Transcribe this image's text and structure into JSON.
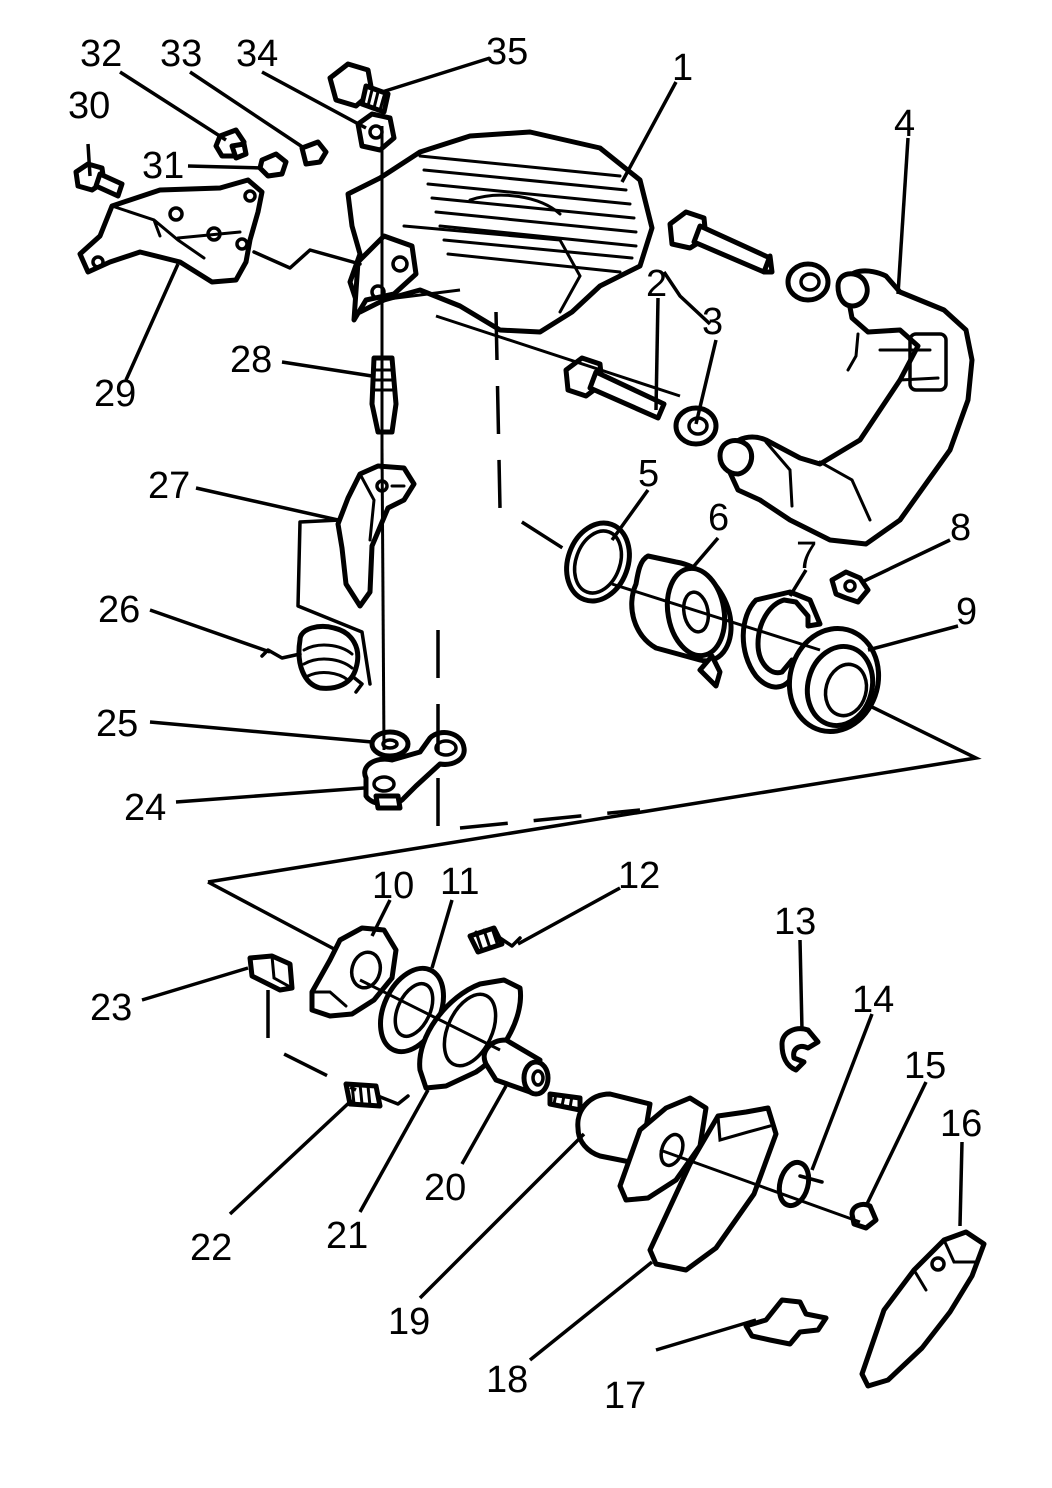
{
  "callouts": [
    "1",
    "2",
    "3",
    "4",
    "5",
    "6",
    "7",
    "8",
    "9",
    "10",
    "11",
    "12",
    "13",
    "14",
    "15",
    "16",
    "17",
    "18",
    "19",
    "20",
    "21",
    "22",
    "23",
    "24",
    "25",
    "26",
    "27",
    "28",
    "29",
    "30",
    "31",
    "32",
    "33",
    "34",
    "35"
  ],
  "colors": {
    "line": "#000000",
    "background": "#ffffff"
  }
}
